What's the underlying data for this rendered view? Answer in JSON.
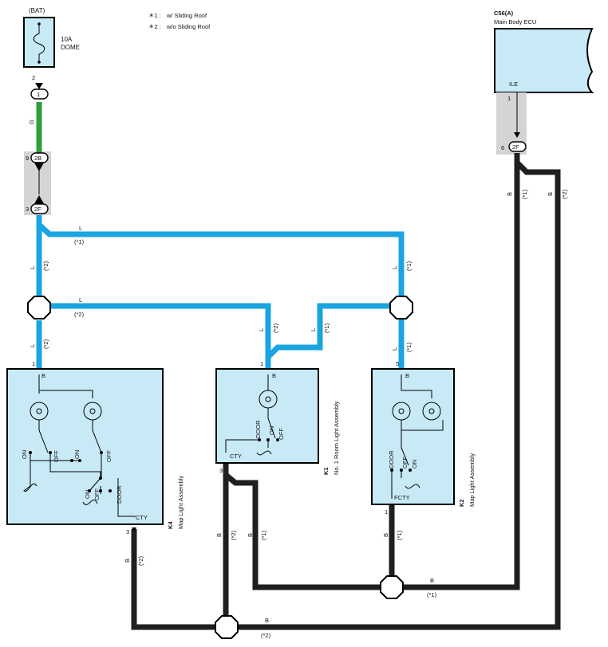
{
  "source": {
    "bat": "(BAT)",
    "fuse_rating": "10A",
    "fuse_name": "DOME",
    "pin": "2"
  },
  "legend": [
    {
      "mark": "＊1 :",
      "text": "w/ Sliding Roof"
    },
    {
      "mark": "＊2 :",
      "text": "w/o Sliding Roof"
    }
  ],
  "ecu": {
    "code": "C56(A)",
    "name": "Main Body ECU",
    "terminal": "ILE",
    "pin": "1"
  },
  "connectors": {
    "top_pill": "1",
    "mid_top": {
      "pin": "9",
      "label": "2B"
    },
    "mid_bottom": {
      "pin": "3",
      "label": "2F"
    },
    "ecu_pill": {
      "pin": "6",
      "label": "2F"
    }
  },
  "wire_labels": {
    "green": "G",
    "l": "L",
    "b": "B",
    "note1": "(*1)",
    "note2": "(*2)"
  },
  "components": {
    "k4": {
      "code": "K4",
      "name": "Map Light Assembly",
      "pin_top": "1",
      "term_top": "B",
      "pin_bottom": "3",
      "term_bottom": "CTY"
    },
    "k1": {
      "code": "K1",
      "name": "No.  1 Room Light Assembly",
      "pin_top": "1",
      "term_top": "B",
      "pin_bottom": "3",
      "term_bottom": "CTY"
    },
    "k2": {
      "code": "K2",
      "name": "Map Light Assembly",
      "pin_top": "5",
      "term_top": "B",
      "pin_bottom": "1",
      "term_bottom": "FCTY"
    }
  },
  "switch_labels": {
    "on": "ON",
    "off": "OFF",
    "door": "DOOR"
  }
}
